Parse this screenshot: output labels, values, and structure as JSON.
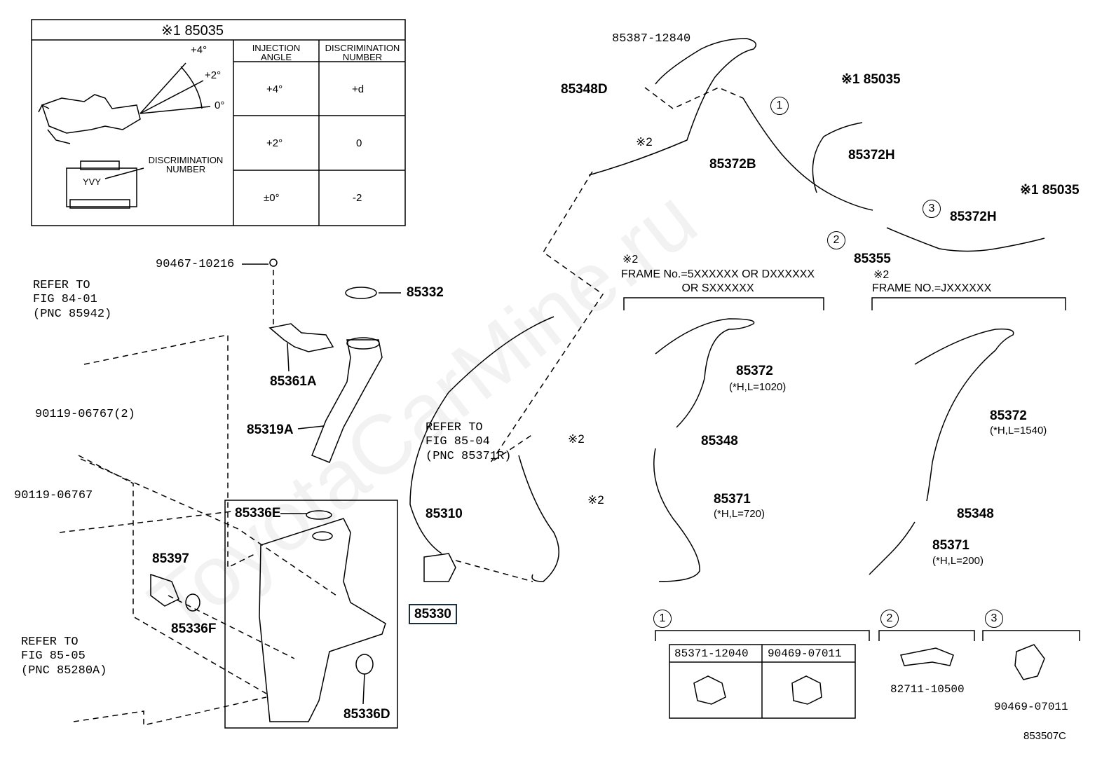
{
  "inset": {
    "title": "※1 85035",
    "col1_header": "INJECTION ANGLE",
    "col2_header": "DISCRIMINATION NUMBER",
    "rows": [
      {
        "angle": "+4°",
        "number": "+d"
      },
      {
        "angle": "+2°",
        "number": "0"
      },
      {
        "angle": "±0°",
        "number": "-2"
      }
    ],
    "angle_marks": [
      "+4°",
      "+2°",
      "0°"
    ],
    "discrimination_label": "DISCRIMINATION NUMBER",
    "connector_marks": "YVY"
  },
  "labels": {
    "p90467": "90467-10216",
    "p85332": "85332",
    "p85361A": "85361A",
    "p85319A": "85319A",
    "p90119_2": "90119-06767(2)",
    "p90119": "90119-06767",
    "p85336E": "85336E",
    "p85397": "85397",
    "p85336F": "85336F",
    "p85330": "85330",
    "p85336D": "85336D",
    "p85310": "85310",
    "p85387": "85387-12840",
    "p85348D": "85348D",
    "p85372B": "85372B",
    "p85372H_a": "85372H",
    "p85372H_b": "85372H",
    "p85035_a": "※1 85035",
    "p85035_b": "※1 85035",
    "p85355": "85355",
    "p85372_a": "85372",
    "p85372_a_note": "(*H,L=1020)",
    "p85348_a": "85348",
    "p85371_a": "85371",
    "p85371_a_note": "(*H,L=720)",
    "p85372_b": "85372",
    "p85372_b_note": "(*H,L=1540)",
    "p85348_b": "85348",
    "p85371_b": "85371",
    "p85371_b_note": "(*H,L=200)",
    "mark2_a": "※2",
    "mark2_b": "※2",
    "mark2_c": "※2",
    "code": "853507C"
  },
  "refs": {
    "fig84": "REFER TO\nFIG 84-01\n(PNC 85942)",
    "fig85_04": "REFER TO\nFIG 85-04\n(PNC 85371R)",
    "fig85_05": "REFER TO\nFIG 85-05\n(PNC 85280A)"
  },
  "frames": {
    "frame_a_mark": "※2",
    "frame_a": "FRAME No.=5XXXXXX OR DXXXXXX\nOR SXXXXXX",
    "frame_b_mark": "※2",
    "frame_b": "FRAME NO.=JXXXXXX"
  },
  "callouts": {
    "c1": "1",
    "c2": "2",
    "c3": "3",
    "c1_box": "1",
    "c2_box": "2",
    "c3_box": "3"
  },
  "clip_table": {
    "col1": "85371-12040",
    "col2": "90469-07011"
  },
  "clip_labels": {
    "c2_part": "82711-10500",
    "c3_part": "90469-07011"
  },
  "watermark": "ToyotaCarMine.ru"
}
